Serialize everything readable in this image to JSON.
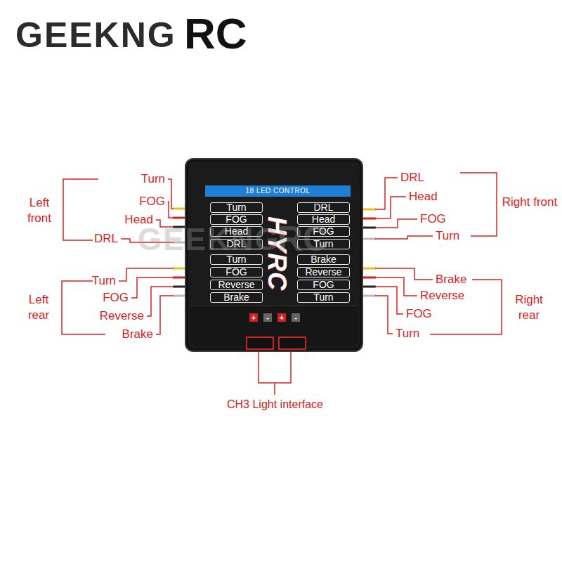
{
  "diagram": {
    "nodes": [
      {
        "text": [
          "HYRC"
        ]
      },
      {
        "text": [
          "18 LED CONTROL"
        ],
        "in": 0
      },
      {
        "text": [
          "Turn"
        ],
        "in": 0
      },
      {
        "text": [
          "FOG"
        ],
        "in": 0
      },
      {
        "text": [
          "Head"
        ],
        "in": 0
      },
      {
        "text": [
          "DRL"
        ],
        "in": 0
      },
      {
        "text": [
          "Turn"
        ],
        "in": 0
      },
      {
        "text": [
          "FOG"
        ],
        "in": 0
      },
      {
        "text": [
          "Reverse"
        ],
        "in": 0
      },
      {
        "text": [
          "Brake"
        ],
        "in": 0
      },
      {
        "text": [
          "DRL"
        ],
        "in": 0
      },
      {
        "text": [
          "Head"
        ],
        "in": 0
      },
      {
        "text": [
          "FOG"
        ],
        "in": 0
      },
      {
        "text": [
          "Turn"
        ],
        "in": 0
      },
      {
        "text": [
          "Brake"
        ],
        "in": 0
      },
      {
        "text": [
          "Reverse"
        ],
        "in": 0
      },
      {
        "text": [
          "FOG"
        ],
        "in": 0
      },
      {
        "text": [
          "Turn"
        ],
        "in": 0
      }
    ],
    "labels": [
      "GEEKNG",
      "RC",
      "GEEKNG",
      "RC",
      "Left front",
      "Turn",
      "FOG",
      "Head",
      "DRL",
      "Left rear",
      "Turn",
      "FOG",
      "Reverse",
      "Brake",
      "Right front",
      "DRL",
      "Head",
      "FOG",
      "Turn",
      "Right rear",
      "Brake",
      "Reverse",
      "FOG",
      "Turn",
      "+",
      "-",
      "+",
      "-",
      "CH3 Light interface"
    ]
  }
}
